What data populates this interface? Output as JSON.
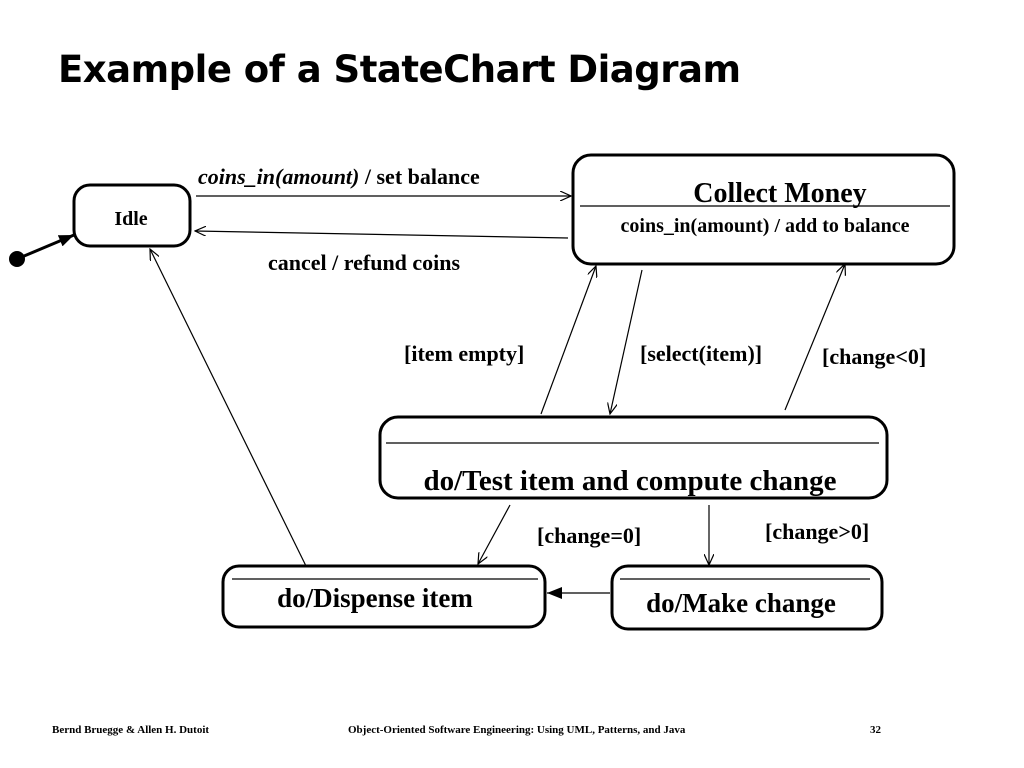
{
  "title": "Example of a StateChart Diagram",
  "states": {
    "idle": {
      "name": "Idle"
    },
    "collect_money": {
      "name": "Collect Money",
      "internal": "coins_in(amount) / add to balance"
    },
    "test_item": {
      "activity": "do/Test item and compute change"
    },
    "dispense": {
      "activity": "do/Dispense item"
    },
    "make_change": {
      "activity": "do/Make change"
    }
  },
  "transitions": {
    "idle_to_collect": {
      "event": "coins_in(amount)",
      "action": " / set balance"
    },
    "collect_to_idle": {
      "label": "cancel / refund coins"
    },
    "item_empty": {
      "label": "[item empty]"
    },
    "select_item": {
      "label": "[select(item)]"
    },
    "change_lt0": {
      "label": "[change<0]"
    },
    "change_eq0": {
      "label": "[change=0]"
    },
    "change_gt0": {
      "label": "[change>0]"
    }
  },
  "footer": {
    "authors": "Bernd Bruegge & Allen H. Dutoit",
    "book": "Object-Oriented Software Engineering: Using UML, Patterns, and Java",
    "page": "32"
  }
}
